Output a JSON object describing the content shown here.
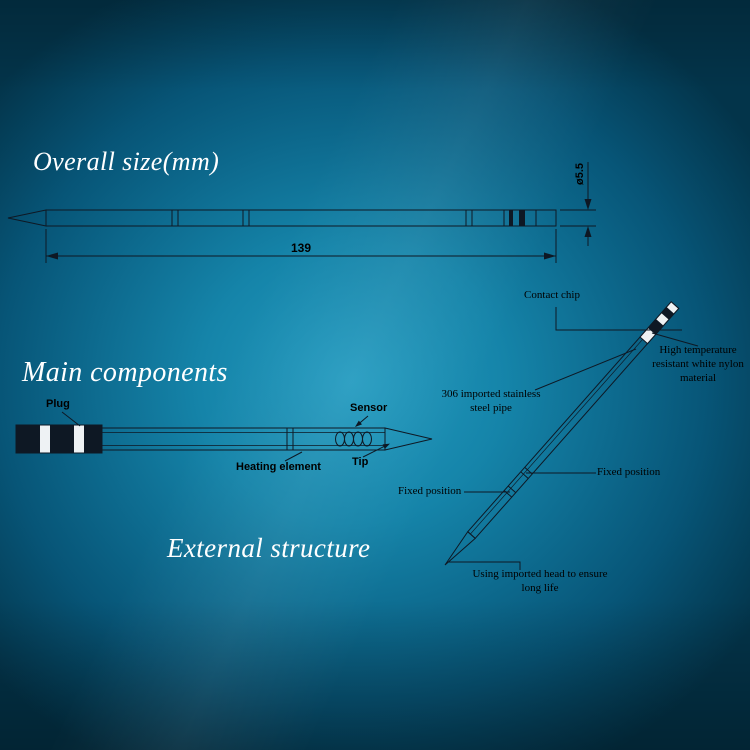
{
  "colors": {
    "bg_center": "#239bc0",
    "bg_edge": "#03344a",
    "line_color": "#0e1824",
    "heading_color": "#ffffff",
    "label_color": "#000000",
    "paper_color": "#eef2f4"
  },
  "sections": {
    "overall": {
      "heading": "Overall size(mm)",
      "length": "139",
      "diameter": "ø5.5"
    },
    "components": {
      "heading": "Main components",
      "labels": {
        "plug": "Plug",
        "sensor": "Sensor",
        "heating_element": "Heating element",
        "tip": "Tip"
      }
    },
    "external": {
      "heading": "External structure",
      "labels": {
        "contact_chip": "Contact chip",
        "nylon": "High temperature resistant white nylon material",
        "steel_pipe": "306 imported stainless steel pipe",
        "fixed_position_upper": "Fixed position",
        "fixed_position_lower": "Fixed position",
        "head": "Using imported head to ensure long life"
      }
    }
  }
}
